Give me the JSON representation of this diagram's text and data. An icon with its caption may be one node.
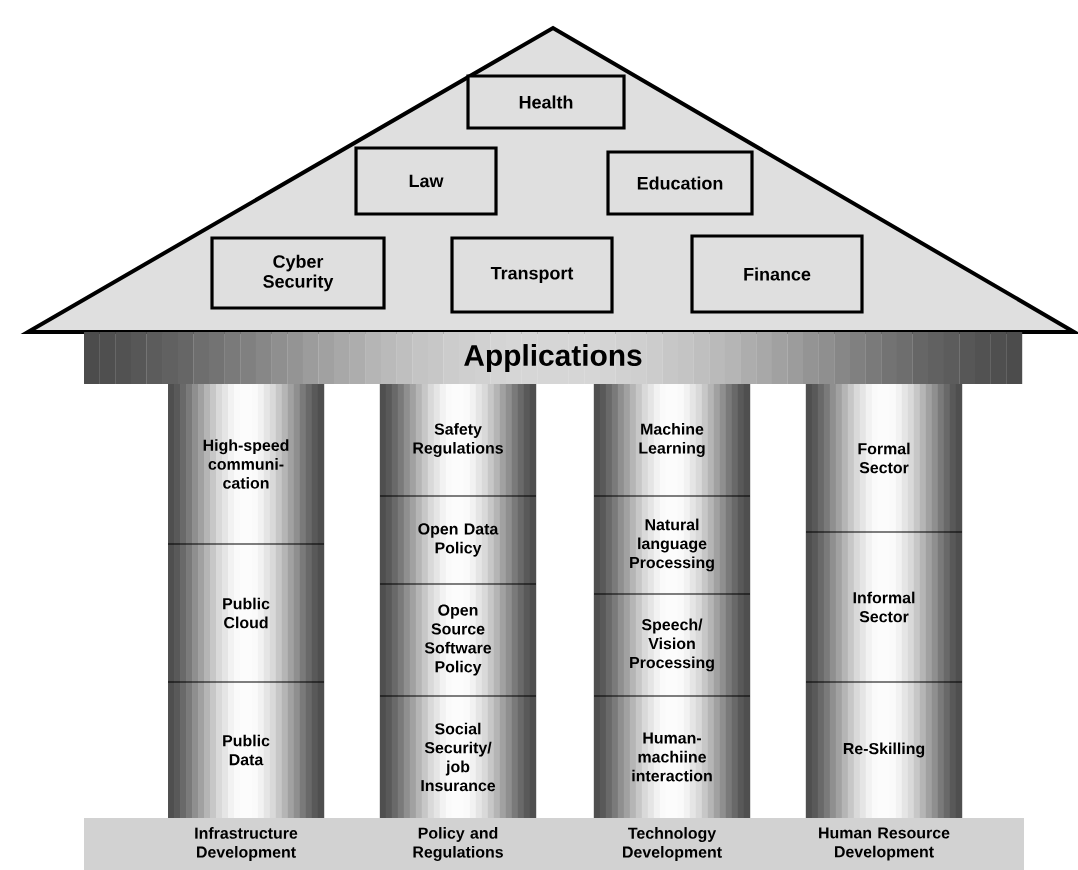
{
  "diagram": {
    "nodes": [
      {
        "text": [],
        "shape": "triangle"
      },
      {
        "text": [
          "Health"
        ],
        "in": 0
      },
      {
        "text": [
          "Law"
        ],
        "in": 0
      },
      {
        "text": [
          "Education"
        ],
        "in": 0
      },
      {
        "text": [
          "Cyber Security"
        ],
        "in": 0
      },
      {
        "text": [
          "Transport"
        ],
        "in": 0
      },
      {
        "text": [
          "Finance"
        ],
        "in": 0
      },
      {
        "text": [
          "Applications"
        ]
      },
      {
        "text": [
          "High-speed communi-cation"
        ]
      },
      {
        "text": [
          "Public Cloud"
        ]
      },
      {
        "text": [
          "Public Data"
        ]
      },
      {
        "text": [
          "Safety Regulations"
        ]
      },
      {
        "text": [
          "Open Data Policy"
        ]
      },
      {
        "text": [
          "Open Source Software Policy"
        ]
      },
      {
        "text": [
          "Social Security/ job Insurance"
        ]
      },
      {
        "text": [
          "Machine Learning"
        ]
      },
      {
        "text": [
          "Natural language Processing"
        ]
      },
      {
        "text": [
          "Speech/ Vision Processing"
        ]
      },
      {
        "text": [
          "Human-machiine interaction"
        ]
      },
      {
        "text": [
          "Formal Sector"
        ]
      },
      {
        "text": [
          "Informal Sector"
        ]
      },
      {
        "text": [
          "Re-Skilling"
        ]
      },
      {
        "text": [
          "Infrastructure Development",
          "Policy and Regulations",
          "Technology Development",
          "Human Resource Development"
        ]
      }
    ]
  }
}
